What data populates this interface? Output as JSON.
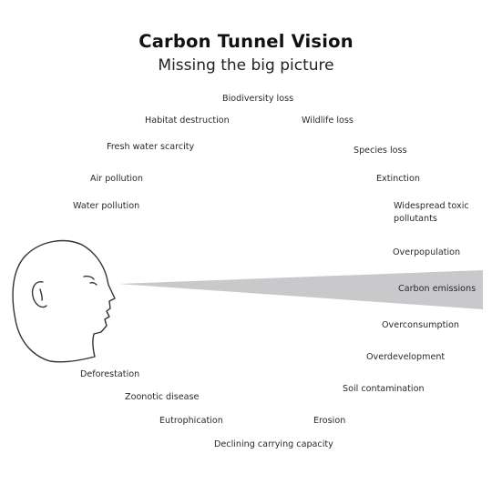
{
  "title": "Carbon Tunnel Vision",
  "subtitle": "Missing the big picture",
  "issues": {
    "biodiversity_loss": "Biodiversity loss",
    "habitat_destruction": "Habitat destruction",
    "wildlife_loss": "Wildlife loss",
    "fresh_water_scarcity": "Fresh water scarcity",
    "species_loss": "Species loss",
    "air_pollution": "Air pollution",
    "extinction": "Extinction",
    "water_pollution": "Water pollution",
    "widespread_toxic_pollutants_1": "Widespread toxic",
    "widespread_toxic_pollutants_2": "pollutants",
    "overpopulation": "Overpopulation",
    "carbon_emissions": "Carbon emissions",
    "overconsumption": "Overconsumption",
    "overdevelopment": "Overdevelopment",
    "deforestation": "Deforestation",
    "soil_contamination": "Soil contamination",
    "zoonotic_disease": "Zoonotic disease",
    "eutrophication": "Eutrophication",
    "erosion": "Erosion",
    "declining_carrying_capacity": "Declining carrying capacity"
  },
  "colors": {
    "tunnel": "#c9c9cc",
    "outline": "#333333",
    "text": "#2a2a2a"
  }
}
